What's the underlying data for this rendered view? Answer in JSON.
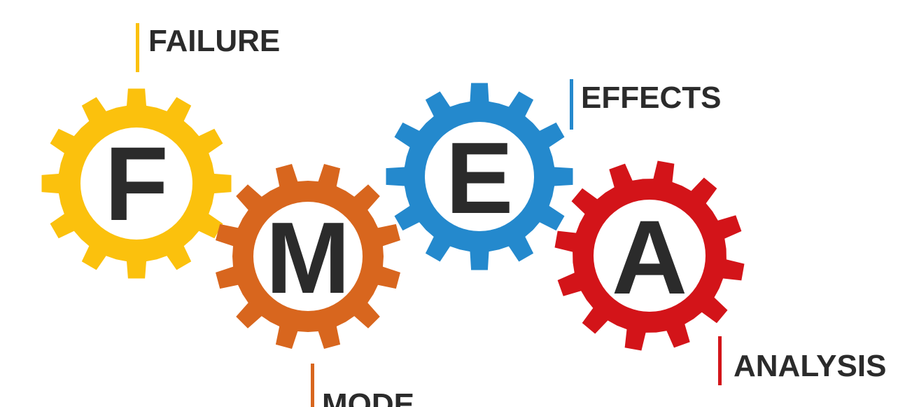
{
  "gears": [
    {
      "letter": "F",
      "word": "FAILURE",
      "color": "#fbc10d"
    },
    {
      "letter": "M",
      "word": "MODE",
      "color": "#d8661e"
    },
    {
      "letter": "E",
      "word": "EFFECTS",
      "color": "#2489cd"
    },
    {
      "letter": "A",
      "word": "ANALYSIS",
      "color": "#d31419"
    }
  ],
  "letter_color": "#2b2b2b"
}
